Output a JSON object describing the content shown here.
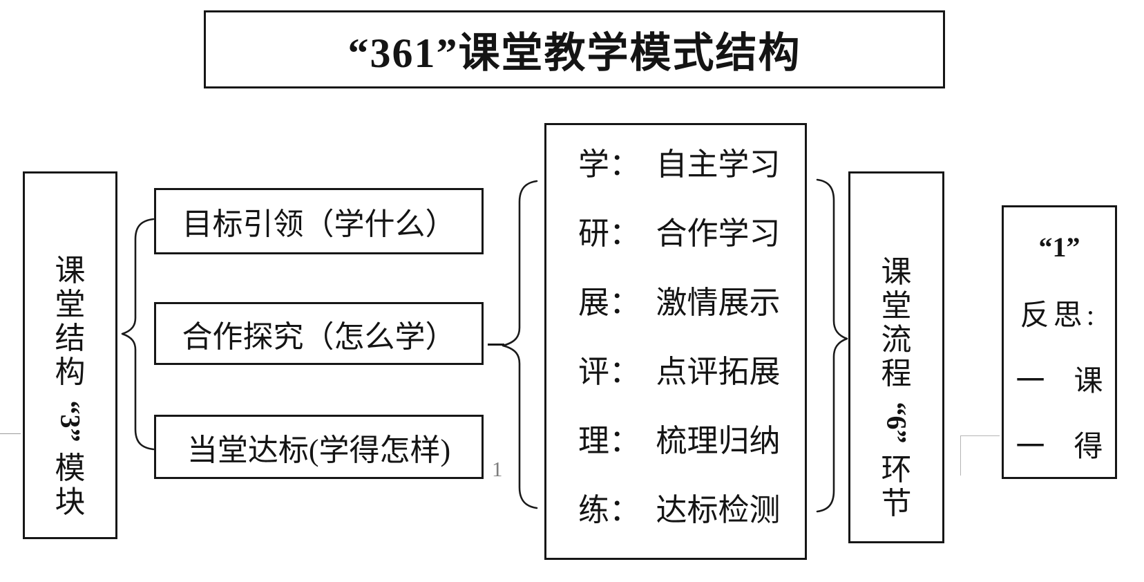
{
  "title": "“361”课堂教学模式结构",
  "left_panel": {
    "label_chars": [
      "课",
      "堂",
      "结",
      "构"
    ],
    "number": "“3”",
    "suffix_chars": [
      "模",
      "块"
    ]
  },
  "module_boxes": [
    "目标引领（学什么）",
    "合作探究（怎么学）",
    "当堂达标(学得怎样)"
  ],
  "page_number": "1",
  "process_items": [
    "学：　自主学习",
    "研：　合作学习",
    "展：　激情展示",
    "评：　点评拓展",
    "理：　梳理归纳",
    "练：　达标检测"
  ],
  "right_panel": {
    "label_chars": [
      "课",
      "堂",
      "流",
      "程"
    ],
    "number": "“6”",
    "suffix_chars": [
      "环",
      "节"
    ]
  },
  "reflection": {
    "lines": [
      "“1”",
      "反思:",
      "一　课",
      "一　得"
    ]
  }
}
